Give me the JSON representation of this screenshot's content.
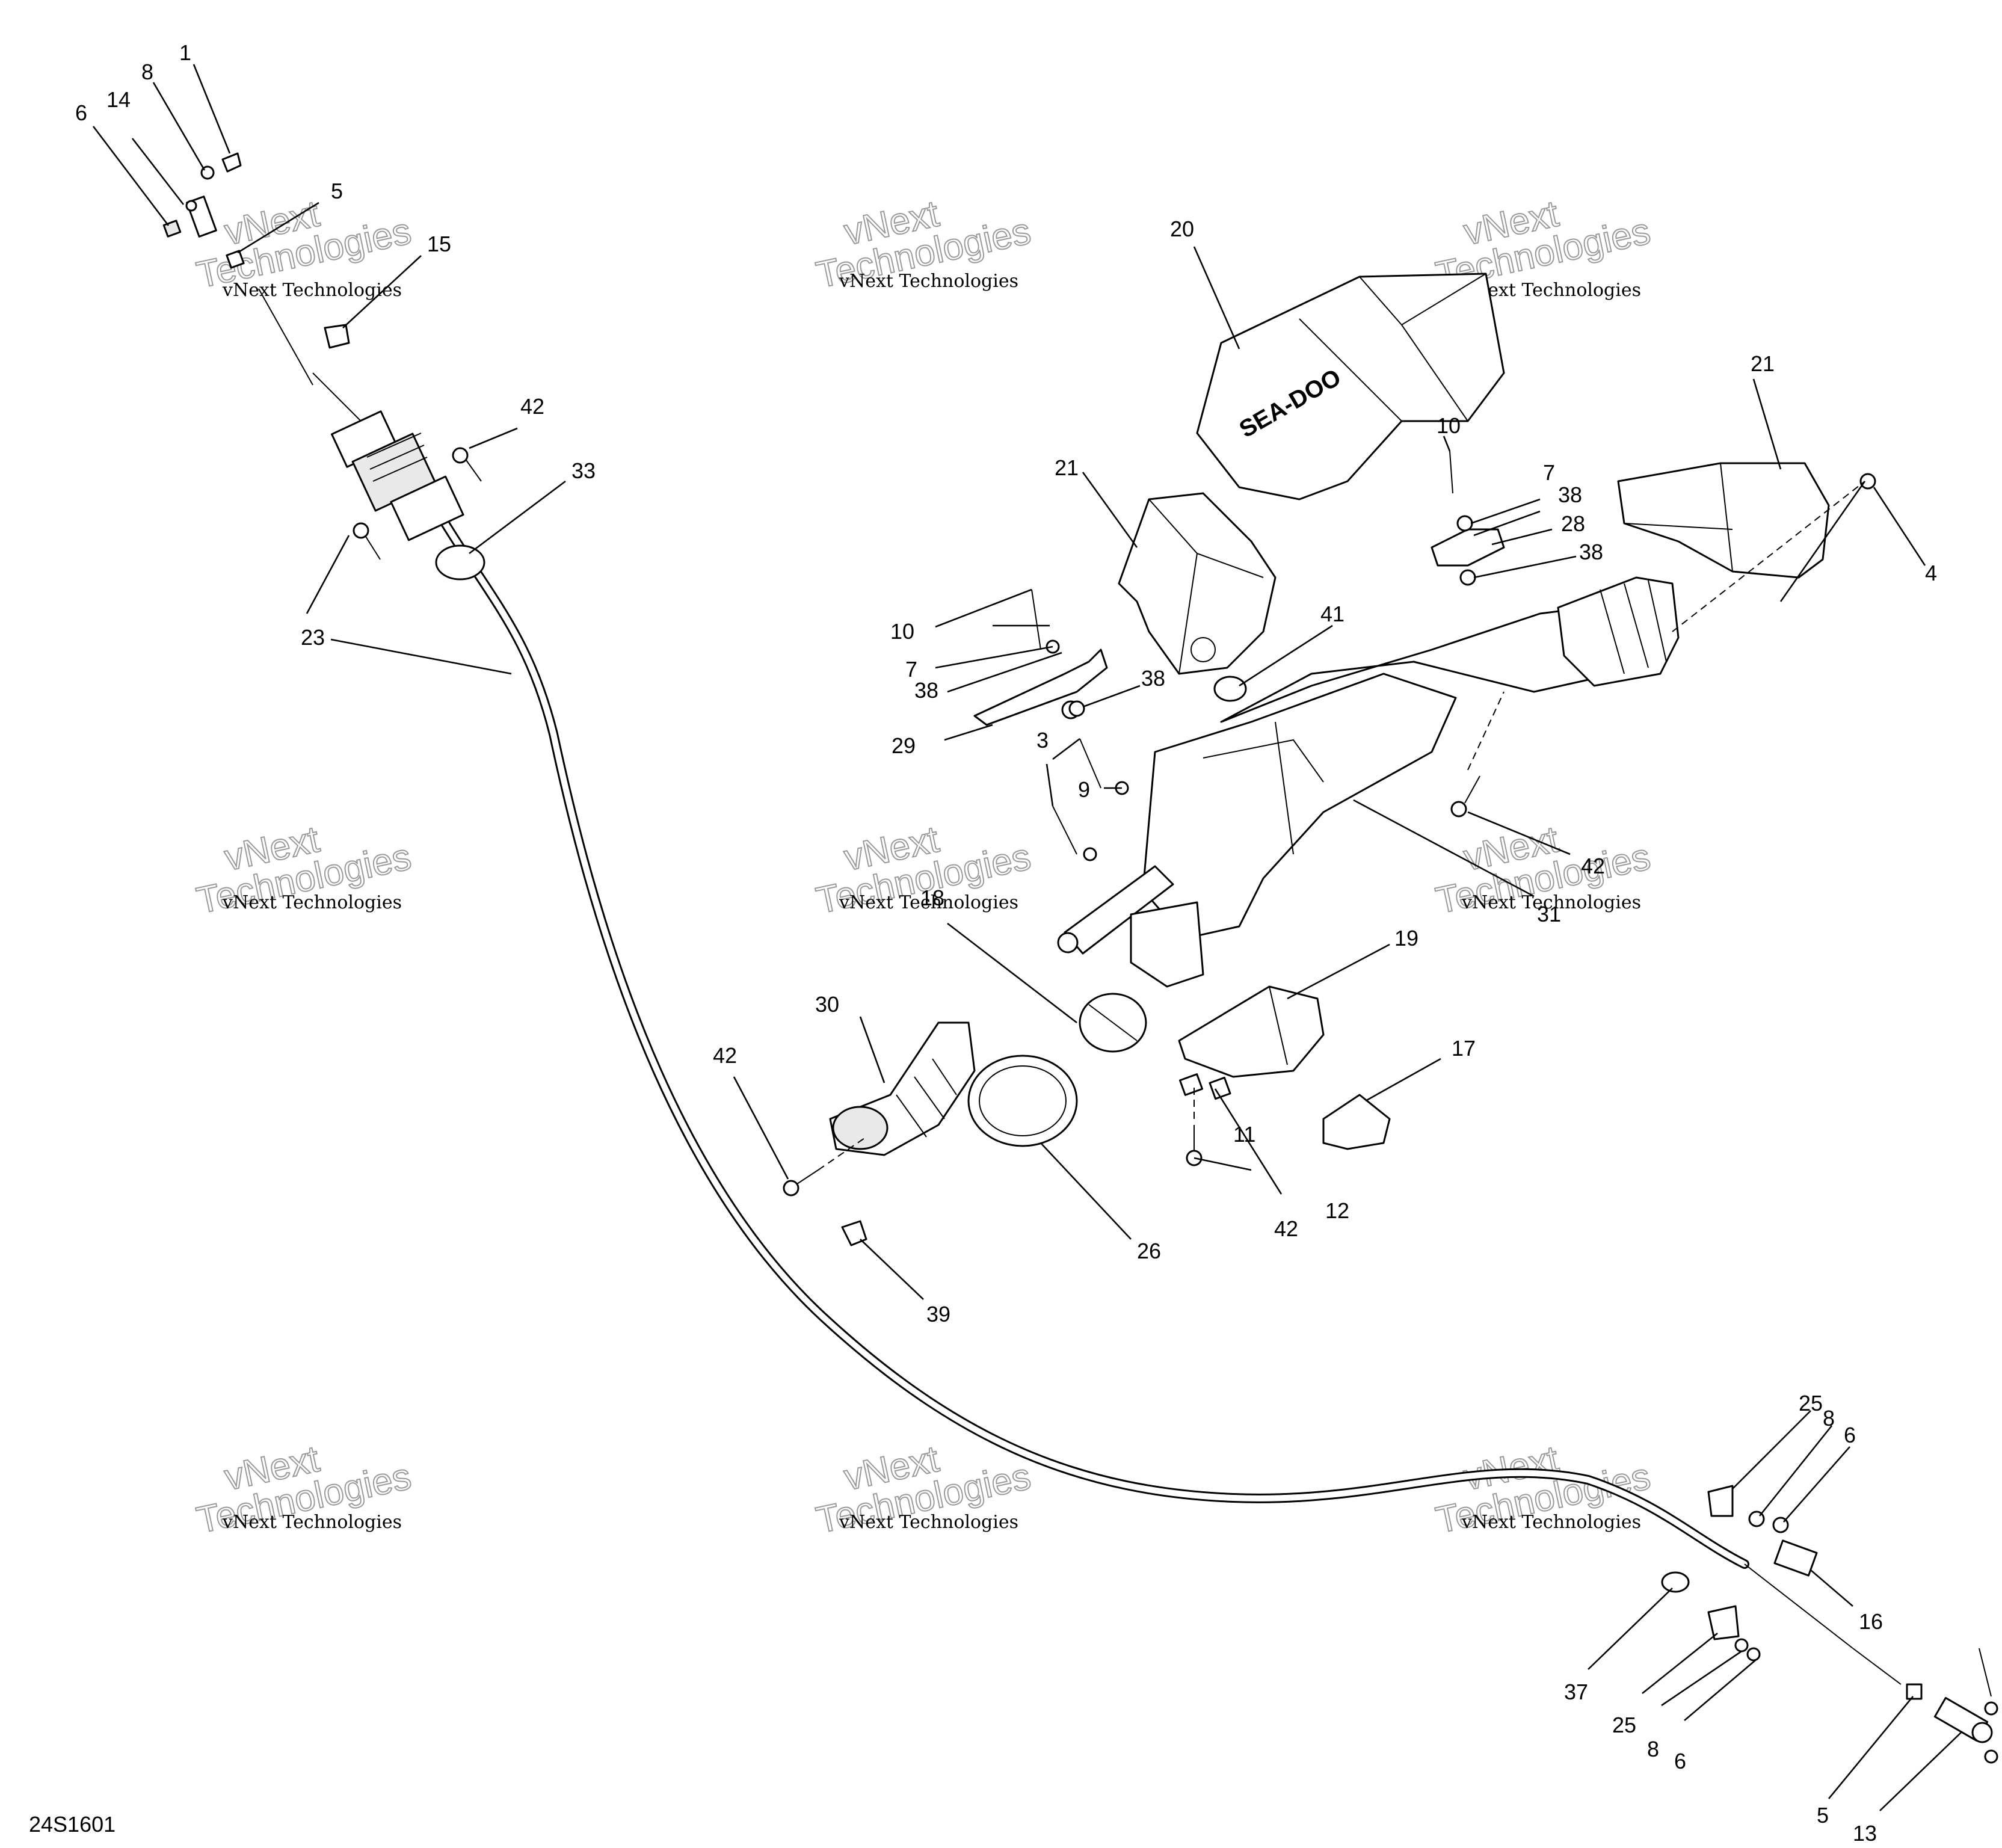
{
  "diagram_code": "24S1601",
  "watermark": {
    "line1": "vNext Technologies",
    "line2": "vNext",
    "line3": "Technologies"
  },
  "callouts": [
    {
      "id": "c1",
      "text": "1"
    },
    {
      "id": "c8a",
      "text": "8"
    },
    {
      "id": "c6a",
      "text": "6"
    },
    {
      "id": "c14",
      "text": "14"
    },
    {
      "id": "c5a",
      "text": "5"
    },
    {
      "id": "c15",
      "text": "15"
    },
    {
      "id": "c42a",
      "text": "42"
    },
    {
      "id": "c33",
      "text": "33"
    },
    {
      "id": "c23",
      "text": "23"
    },
    {
      "id": "c20",
      "text": "20"
    },
    {
      "id": "c21a",
      "text": "21"
    },
    {
      "id": "c21b",
      "text": "21"
    },
    {
      "id": "c10a",
      "text": "10"
    },
    {
      "id": "c7a",
      "text": "7"
    },
    {
      "id": "c38a",
      "text": "38"
    },
    {
      "id": "c28",
      "text": "28"
    },
    {
      "id": "c38b",
      "text": "38"
    },
    {
      "id": "c4",
      "text": "4"
    },
    {
      "id": "c41",
      "text": "41"
    },
    {
      "id": "c10b",
      "text": "10"
    },
    {
      "id": "c7b",
      "text": "7"
    },
    {
      "id": "c38c",
      "text": "38"
    },
    {
      "id": "c38d",
      "text": "38"
    },
    {
      "id": "c29",
      "text": "29"
    },
    {
      "id": "c3",
      "text": "3"
    },
    {
      "id": "c9",
      "text": "9"
    },
    {
      "id": "c42b",
      "text": "42"
    },
    {
      "id": "c31",
      "text": "31"
    },
    {
      "id": "c18",
      "text": "18"
    },
    {
      "id": "c19",
      "text": "19"
    },
    {
      "id": "c30",
      "text": "30"
    },
    {
      "id": "c42c",
      "text": "42"
    },
    {
      "id": "c17",
      "text": "17"
    },
    {
      "id": "c11",
      "text": "11"
    },
    {
      "id": "c12",
      "text": "12"
    },
    {
      "id": "c42d",
      "text": "42"
    },
    {
      "id": "c26",
      "text": "26"
    },
    {
      "id": "c39",
      "text": "39"
    },
    {
      "id": "c25a",
      "text": "25"
    },
    {
      "id": "c8b",
      "text": "8"
    },
    {
      "id": "c6b",
      "text": "6"
    },
    {
      "id": "c16",
      "text": "16"
    },
    {
      "id": "c37",
      "text": "37"
    },
    {
      "id": "c25b",
      "text": "25"
    },
    {
      "id": "c8c",
      "text": "8"
    },
    {
      "id": "c6c",
      "text": "6"
    },
    {
      "id": "c5b",
      "text": "5"
    },
    {
      "id": "c13",
      "text": "13"
    }
  ]
}
